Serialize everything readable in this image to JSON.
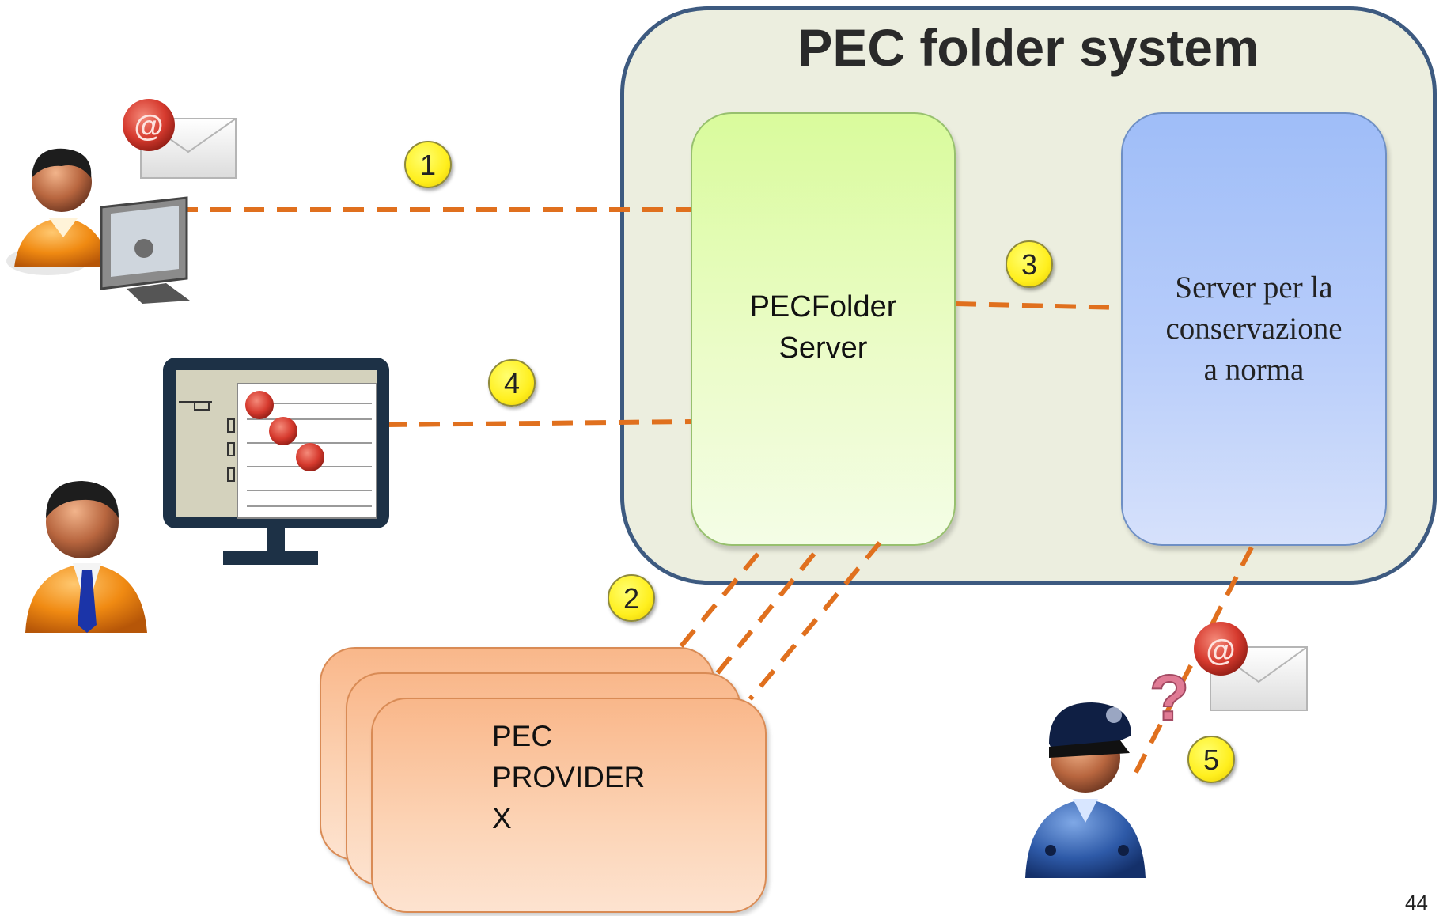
{
  "system": {
    "title": "PEC folder system"
  },
  "pecfolder_server": {
    "label": "PECFolder\nServer"
  },
  "conservation_server": {
    "label": "Server per la\nconservazione\na norma"
  },
  "pec_provider": {
    "label": "PEC\nPROVIDER\nX"
  },
  "steps": {
    "s1": "1",
    "s2": "2",
    "s3": "3",
    "s4": "4",
    "s5": "5"
  },
  "page_number": "44",
  "colors": {
    "connector": "#e0701e",
    "system_border": "#3d5a80",
    "system_fill": "#eceedf",
    "pecfolder_fill": "#d9fb9c",
    "conservation_fill": "#9fbdf8",
    "provider_fill": "#f9b78a",
    "step_badge": "#ffef1e",
    "monitor_frame": "#1d3146"
  },
  "icons": {
    "user_left_top": "user-at-computer-icon",
    "mail_top": "sealed-pec-envelope-icon",
    "monitor": "monitor-with-pec-documents-icon",
    "user_left_bottom": "businessman-icon",
    "officer": "police-officer-icon",
    "question": "question-mark-icon",
    "mail_right": "sealed-pec-envelope-icon"
  }
}
